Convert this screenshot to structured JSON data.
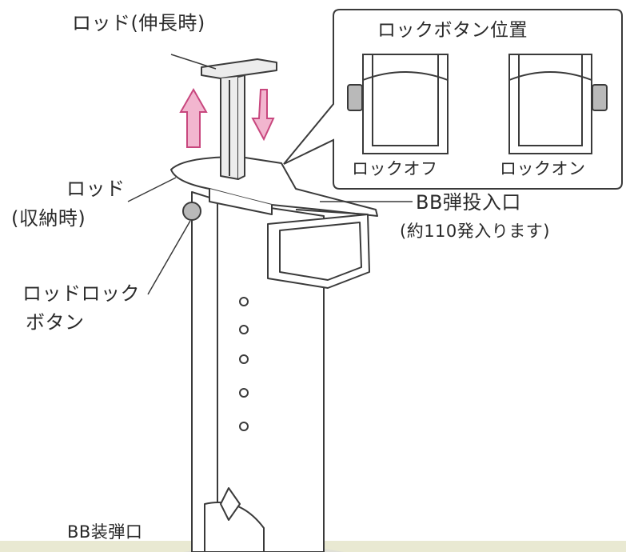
{
  "labels": {
    "rod_extended": "ロッド(伸長時)",
    "rod_stored_line1": "ロッド",
    "rod_stored_line2": "(収納時)",
    "rod_lock_line1": "ロッドロック",
    "rod_lock_line2": "ボタン",
    "bb_inlet_line1": "BB弾投入口",
    "bb_inlet_line2": "(約110発入ります)",
    "bb_loading_port": "BB装弾口"
  },
  "inset": {
    "title": "ロックボタン位置",
    "lock_off": "ロックオフ",
    "lock_on": "ロックオン"
  },
  "colors": {
    "line": "#3a3a3a",
    "arrow_fill": "#f2b6cf",
    "arrow_stroke": "#c8477e",
    "button_grey": "#b9b9b9",
    "bottom_band": "#e9e9d2"
  }
}
